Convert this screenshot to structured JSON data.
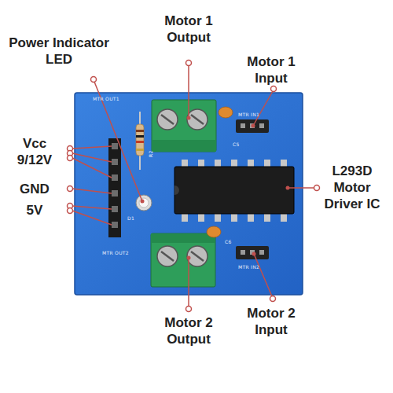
{
  "diagram": {
    "labels": [
      "Power Indicator LED",
      "Motor 1 Output",
      "Motor 1 Input",
      "Vcc 9/12V",
      "GND",
      "5V",
      "L293D Motor Driver IC",
      "Motor 2 Output",
      "Motor 2 Input",
      "MTR OUT1",
      "MTR IN1",
      "R2",
      "C5",
      "D1",
      "MTR OUT2",
      "C6",
      "MTR IN2"
    ]
  }
}
